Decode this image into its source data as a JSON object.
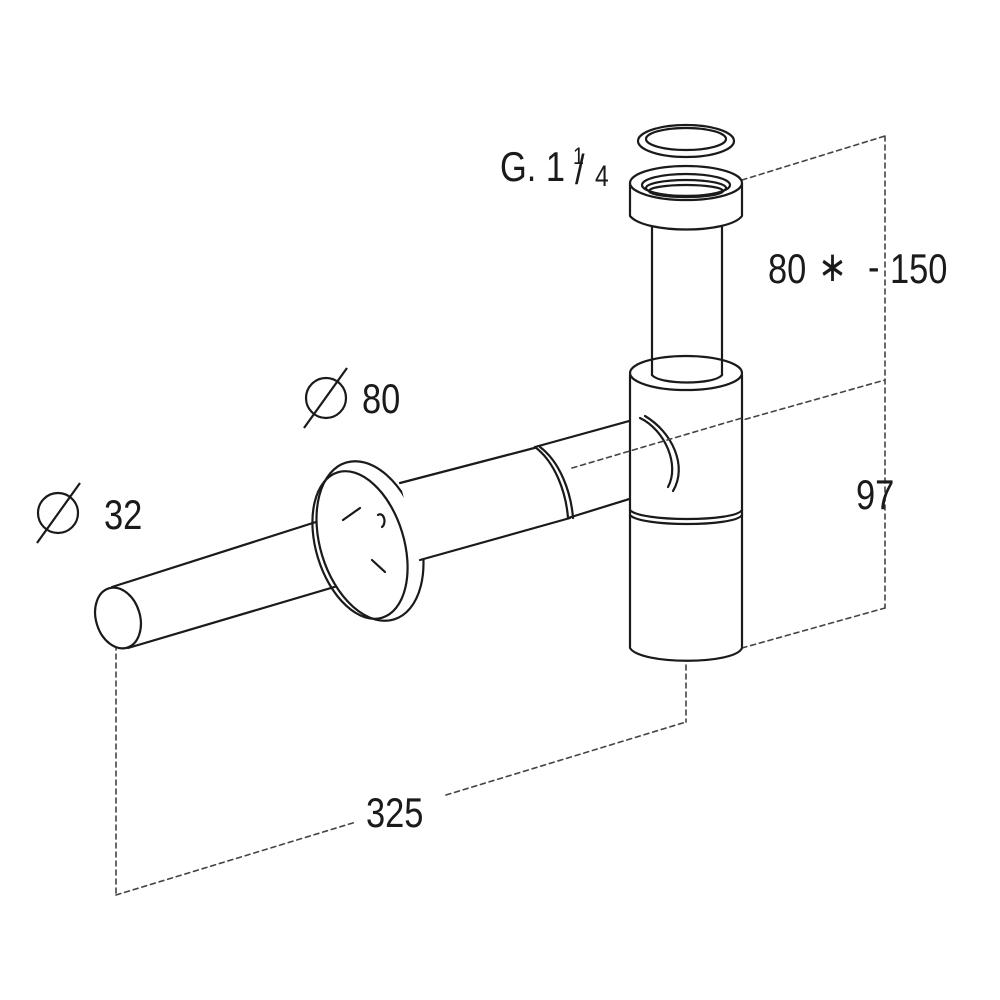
{
  "labels": {
    "thread": {
      "prefix": "G. 1",
      "sup": "1",
      "den": "4"
    },
    "height_range": {
      "min": "80",
      "marker": "∗",
      "sep": "-",
      "max": "150"
    },
    "flange_diameter": "80",
    "pipe_diameter": "32",
    "outlet_height": "97",
    "horizontal_length": "325"
  },
  "icons": [
    "diameter-symbol-icon",
    "asterisk-icon"
  ],
  "colors": {
    "line": "#1a1a1a",
    "dim": "#444444",
    "fill": "#ffffff"
  }
}
